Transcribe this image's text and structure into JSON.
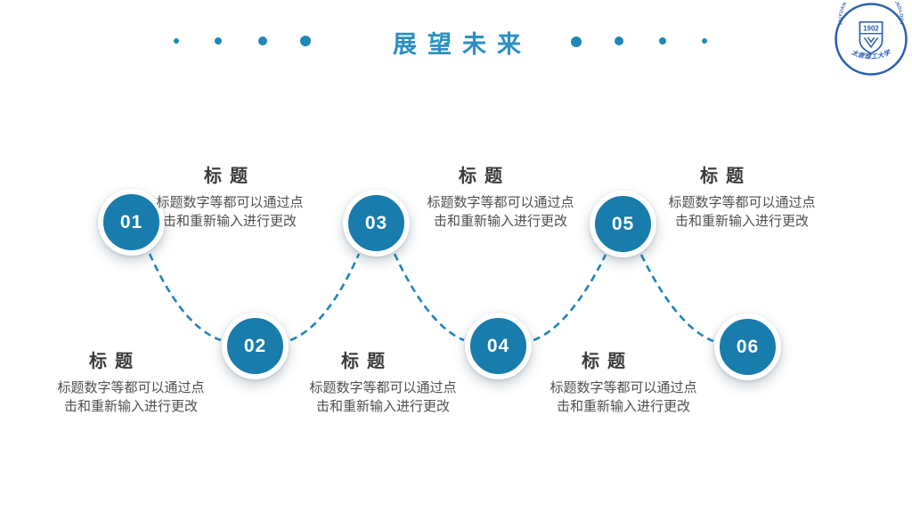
{
  "theme": {
    "node_blue": "#187cac",
    "dash_blue": "#1e86b8",
    "header_title_blue": "#2b90c1",
    "dot_blue": "#1f87ba",
    "logo_blue": "#2a5fae",
    "block_title_gray": "#3a3a3a",
    "body_text_gray": "#4f4f4f"
  },
  "header": {
    "title": "展望未来"
  },
  "logo": {
    "ring_text": "TAIYUAN UNIVERSITY OF TECHNOLOGY",
    "year": "1902",
    "script": "太原理工大学"
  },
  "steps": [
    {
      "num": "01",
      "title": "标题",
      "desc_line1": "标题数字等都可以通过点",
      "desc_line2": "击和重新输入进行更改"
    },
    {
      "num": "02",
      "title": "标题",
      "desc_line1": "标题数字等都可以通过点",
      "desc_line2": "击和重新输入进行更改"
    },
    {
      "num": "03",
      "title": "标题",
      "desc_line1": "标题数字等都可以通过点",
      "desc_line2": "击和重新输入进行更改"
    },
    {
      "num": "04",
      "title": "标题",
      "desc_line1": "标题数字等都可以通过点",
      "desc_line2": "击和重新输入进行更改"
    },
    {
      "num": "05",
      "title": "标题",
      "desc_line1": "标题数字等都可以通过点",
      "desc_line2": "击和重新输入进行更改"
    },
    {
      "num": "06",
      "title": "标题",
      "desc_line1": "标题数字等都可以通过点",
      "desc_line2": "击和重新输入进行更改"
    }
  ]
}
